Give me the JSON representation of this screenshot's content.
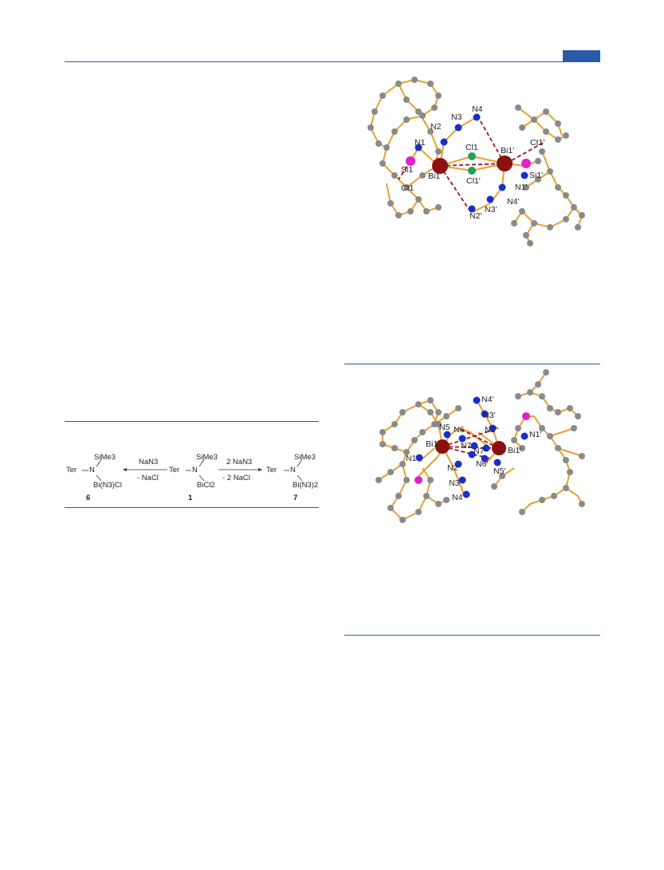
{
  "scheme": {
    "left": {
      "substituent_top": "SiMe3",
      "ter": "Ter",
      "n": "N",
      "substituent_bottom": "Bi(N3)Cl",
      "number": "6"
    },
    "arrow_left": {
      "reagent": "NaN3",
      "byproduct": "- NaCl"
    },
    "center": {
      "substituent_top": "SiMe3",
      "ter": "Ter",
      "n": "N",
      "substituent_bottom": "BiCl2",
      "number": "1"
    },
    "arrow_right": {
      "reagent": "2 NaN3",
      "byproduct": "- 2 NaCl"
    },
    "right": {
      "substituent_top": "SiMe3",
      "ter": "Ter",
      "n": "N",
      "substituent_bottom": "Bi(N3)2",
      "number": "7"
    }
  },
  "figure_top": {
    "labels": {
      "n4": "N4",
      "n3": "N3",
      "n2": "N2",
      "n1": "N1",
      "cl1": "Cl1",
      "bi1p": "Bi1'",
      "ct1p": "Ct1'",
      "si1": "Si1",
      "bi1": "Bi1",
      "cl1p": "Cl1'",
      "si1p": "Si1'",
      "n1p": "N1'",
      "ct1": "Ct1",
      "n4p": "N4'",
      "n3p": "N3'",
      "n2p": "N2'"
    }
  },
  "figure_bottom": {
    "labels": {
      "n4p": "N4'",
      "n3p": "N3'",
      "n5": "N5",
      "n6": "N6",
      "n2p": "N2'",
      "n1p": "N1'",
      "bi1": "Bi1",
      "n7": "N7",
      "n7p": "N7'",
      "bi1p": "Bi1'",
      "n1": "N1",
      "n6p": "N6'",
      "n2": "N2",
      "n5p": "N5'",
      "n3": "N3",
      "n4": "N4"
    }
  },
  "colors": {
    "rule": "#2f5c9a",
    "header_tab": "#2a5aa8",
    "carbon": "#8a8a8a",
    "bond": "#e8a030",
    "nitrogen": "#1a2fc8",
    "bismuth": "#8b1010",
    "silicon": "#e020c8",
    "chlorine": "#20a060",
    "contact": "#a01818"
  }
}
